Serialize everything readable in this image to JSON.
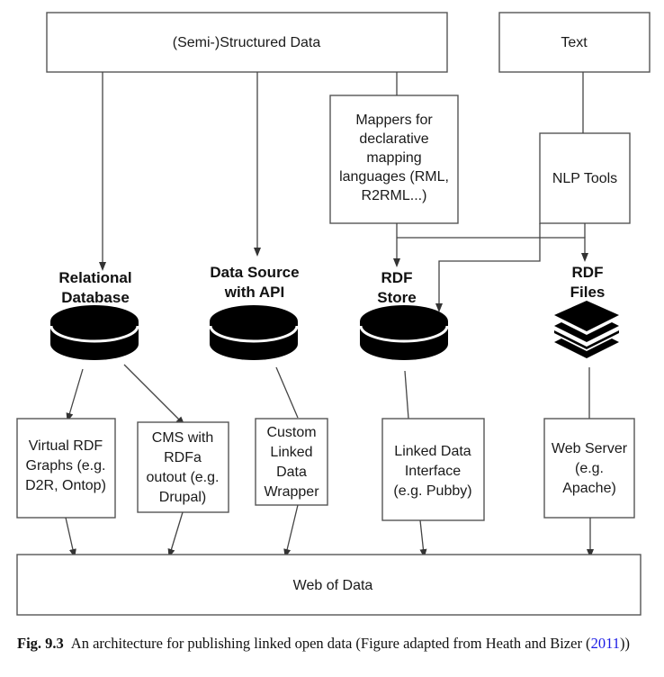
{
  "diagram": {
    "sources": {
      "semi_structured": "(Semi-)Structured Data",
      "text": "Text"
    },
    "mappers": [
      "Mappers for",
      "declarative",
      "mapping",
      "languages (RML,",
      "R2RML...)"
    ],
    "nlp_tools": "NLP Tools",
    "stores": {
      "relational": [
        "Relational",
        "Database"
      ],
      "api": [
        "Data Source",
        "with API"
      ],
      "rdf_store": [
        "RDF",
        "Store"
      ],
      "rdf_files": [
        "RDF",
        "Files"
      ]
    },
    "publishers": {
      "virtual_rdf": [
        "Virtual RDF",
        "Graphs (e.g.",
        "D2R, Ontop)"
      ],
      "cms": [
        "CMS with",
        "RDFa",
        "outout (e.g.",
        "Drupal)"
      ],
      "wrapper": [
        "Custom",
        "Linked",
        "Data",
        "Wrapper"
      ],
      "linked_data_interface": [
        "Linked Data",
        "Interface",
        "(e.g. Pubby)"
      ],
      "web_server": [
        "Web Server",
        "(e.g.",
        "Apache)"
      ]
    },
    "web_of_data": "Web of Data",
    "icons": {
      "database": "database-cylinder-icon",
      "files": "stacked-layers-icon"
    }
  },
  "caption": {
    "label": "Fig. 9.3",
    "text_before": "An architecture for publishing linked open data (Figure adapted from Heath and Bizer (",
    "year_link": "2011",
    "text_after": "))",
    "link_color": "#1a1ae6"
  }
}
